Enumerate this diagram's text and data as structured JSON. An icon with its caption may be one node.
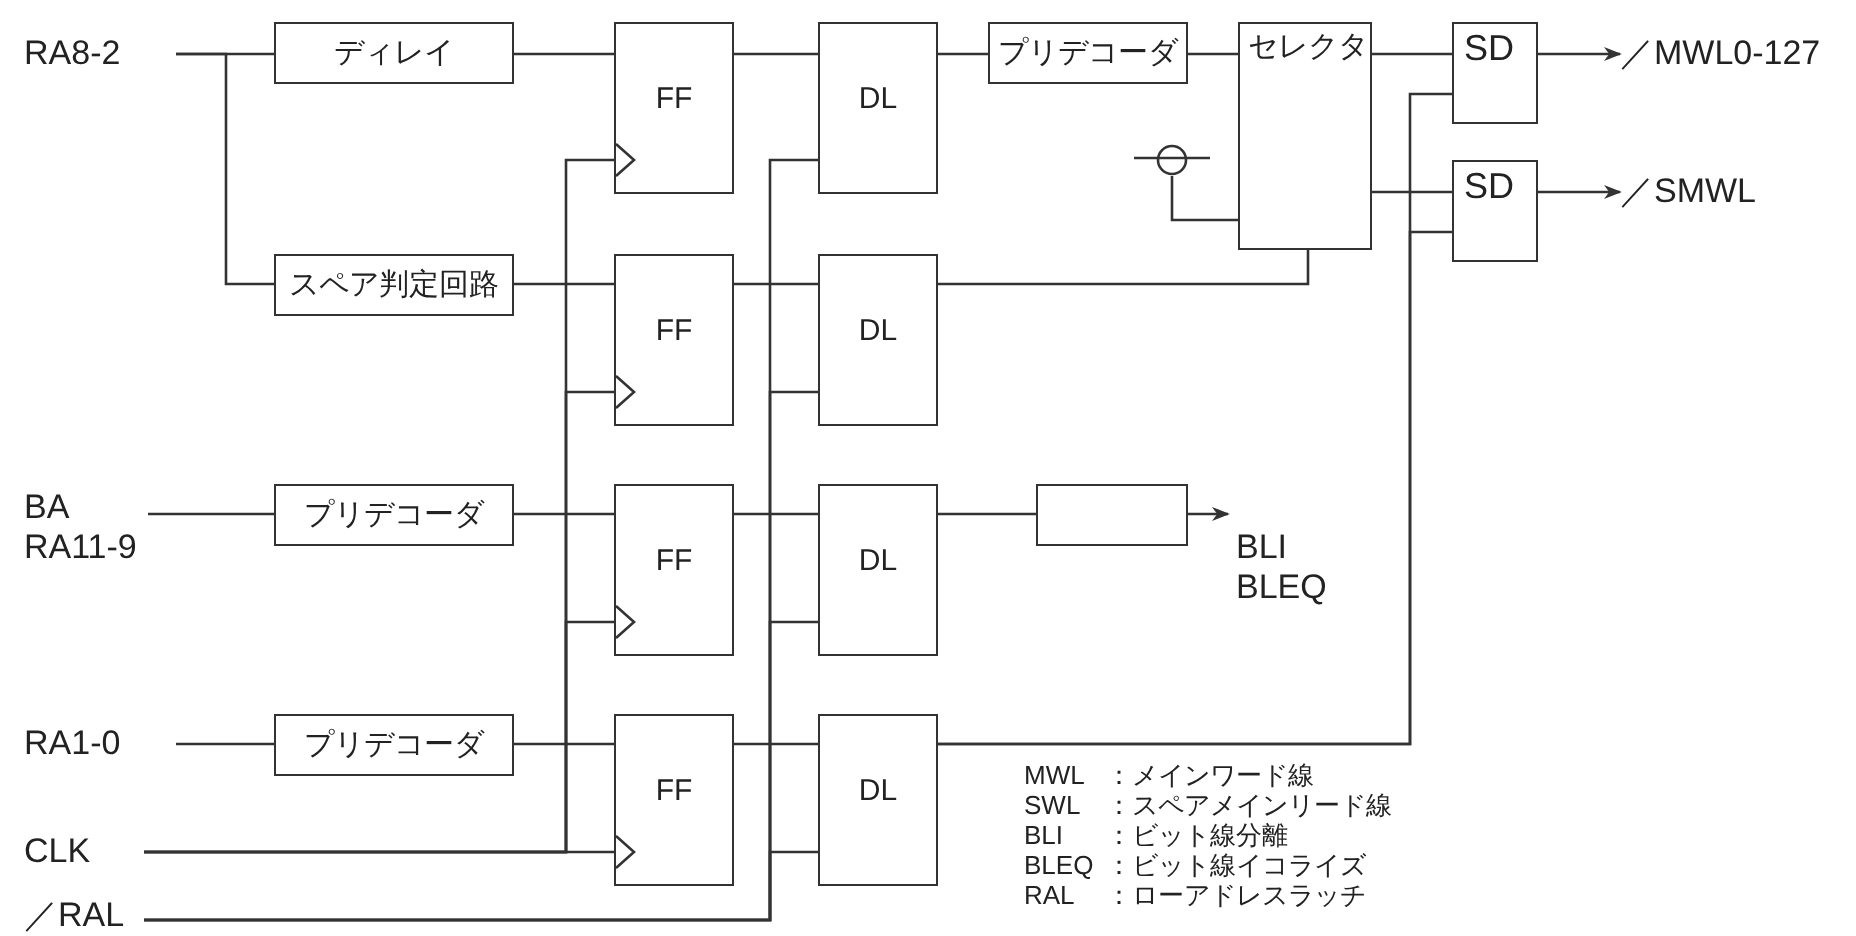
{
  "diagram": {
    "nodes": [
      {
        "text": [
          "RA8-2"
        ]
      },
      {
        "text": [
          "ディレイ"
        ]
      },
      {
        "text": [
          "スペア判定回路"
        ]
      },
      {
        "text": [
          "BA RA11-9"
        ]
      },
      {
        "text": [
          "プリデコーダ"
        ]
      },
      {
        "text": [
          "RA1-0"
        ]
      },
      {
        "text": [
          "プリデコーダ"
        ]
      },
      {
        "text": [
          "CLK"
        ]
      },
      {
        "text": [
          "／RAL"
        ]
      },
      {
        "text": [
          "FF"
        ]
      },
      {
        "text": [
          "FF"
        ]
      },
      {
        "text": [
          "FF"
        ]
      },
      {
        "text": [
          "FF"
        ]
      },
      {
        "text": [
          "DL"
        ]
      },
      {
        "text": [
          "DL"
        ]
      },
      {
        "text": [
          "DL"
        ]
      },
      {
        "text": [
          "DL"
        ]
      },
      {
        "text": [
          "プリデコーダ"
        ]
      },
      {
        "text": [
          "セレクタ"
        ]
      },
      {
        "text": [],
        "shape": "circle"
      },
      {
        "text": [
          "SD"
        ]
      },
      {
        "text": [
          "SD"
        ]
      },
      {
        "text": [],
        "shape": "box"
      },
      {
        "text": [
          "／MWL0-127"
        ]
      },
      {
        "text": [
          "／SMWL"
        ]
      },
      {
        "text": [
          "BLI BLEQ"
        ]
      }
    ],
    "edges": [
      {
        "from": 0,
        "to": 1,
        "arrow": "none"
      },
      {
        "from": 0,
        "to": 2,
        "arrow": "none"
      },
      {
        "from": 1,
        "to": 9,
        "arrow": "none"
      },
      {
        "from": 2,
        "to": 10,
        "arrow": "none"
      },
      {
        "from": 3,
        "to": 4,
        "arrow": "none"
      },
      {
        "from": 4,
        "to": 11,
        "arrow": "none"
      },
      {
        "from": 5,
        "to": 6,
        "arrow": "none"
      },
      {
        "from": 6,
        "to": 12,
        "arrow": "none"
      },
      {
        "from": 7,
        "to": 9,
        "arrow": "to"
      },
      {
        "from": 7,
        "to": 10,
        "arrow": "to"
      },
      {
        "from": 7,
        "to": 11,
        "arrow": "to"
      },
      {
        "from": 7,
        "to": 12,
        "arrow": "to"
      },
      {
        "from": 8,
        "to": 13,
        "arrow": "none"
      },
      {
        "from": 8,
        "to": 14,
        "arrow": "none"
      },
      {
        "from": 8,
        "to": 15,
        "arrow": "none"
      },
      {
        "from": 8,
        "to": 16,
        "arrow": "none"
      },
      {
        "from": 9,
        "to": 13,
        "arrow": "none"
      },
      {
        "from": 10,
        "to": 14,
        "arrow": "none"
      },
      {
        "from": 11,
        "to": 15,
        "arrow": "none"
      },
      {
        "from": 12,
        "to": 16,
        "arrow": "none"
      },
      {
        "from": 13,
        "to": 17,
        "arrow": "none"
      },
      {
        "from": 17,
        "to": 18,
        "arrow": "none"
      },
      {
        "from": 14,
        "to": 18,
        "arrow": "none"
      },
      {
        "from": 19,
        "to": 18,
        "arrow": "none"
      },
      {
        "from": 18,
        "to": 20,
        "arrow": "none"
      },
      {
        "from": 18,
        "to": 21,
        "arrow": "none"
      },
      {
        "from": 16,
        "to": 20,
        "arrow": "none"
      },
      {
        "from": 16,
        "to": 21,
        "arrow": "none"
      },
      {
        "from": 15,
        "to": 22,
        "arrow": "none"
      },
      {
        "from": 22,
        "to": 25,
        "arrow": "to"
      },
      {
        "from": 20,
        "to": 23,
        "arrow": "to"
      },
      {
        "from": 21,
        "to": 24,
        "arrow": "to"
      }
    ],
    "labels": [
      "MWL",
      "：メインワード線",
      "SWL",
      "：スペアメインリード線",
      "BLI",
      "：ビット線分離",
      "BLEQ",
      "：ビット線イコライズ",
      "RAL",
      "：ローアドレスラッチ"
    ]
  }
}
